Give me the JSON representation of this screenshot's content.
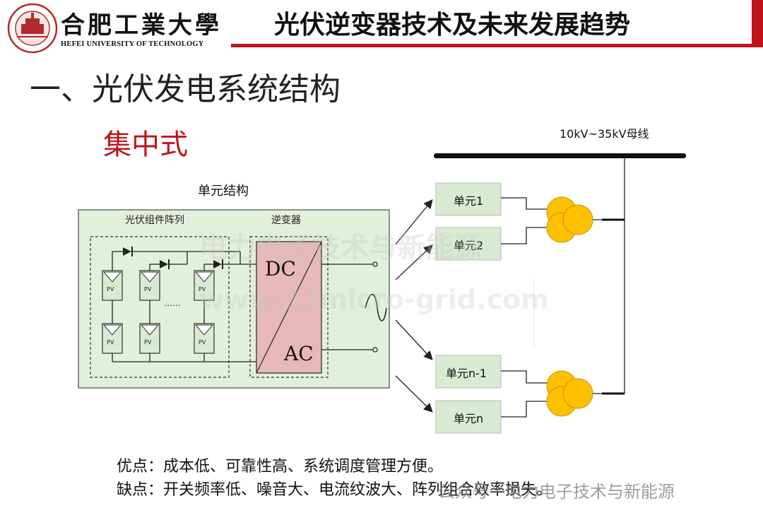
{
  "header": {
    "logo_cn": "合肥工業大學",
    "logo_en": "HEFEI UNIVERSITY OF TECHNOLOGY",
    "title": "光伏逆变器技术及未来发展趋势"
  },
  "section": {
    "title": "一、光伏发电系统结构",
    "subtitle": "集中式"
  },
  "diagram": {
    "unit_structure_label": "单元结构",
    "pv_array_label": "光伏组件阵列",
    "inverter_label": "逆变器",
    "dc_label": "DC",
    "ac_label": "AC",
    "pv_module_label": "PV",
    "ellipsis": "……",
    "bus_label": "10kV~35kV母线",
    "units": [
      "单元1",
      "单元2",
      "单元n-1",
      "单元n"
    ]
  },
  "notes": {
    "pros": "优点：成本低、可靠性高、系统调度管理方便。",
    "cons": "缺点：开关频率低、噪音大、电流纹波大、阵列组合效率损失。"
  },
  "watermarks": {
    "center_cn": "电力电子技术与新能源",
    "center_url": "www.21micro-grid.com",
    "footer": "公众号 · 电力电子技术与新能源"
  },
  "colors": {
    "accent_red": "#c0141d",
    "unit_box": "#d9ead3",
    "inverter_fill": "#e6b8b8",
    "transformer": "#ffc000"
  }
}
